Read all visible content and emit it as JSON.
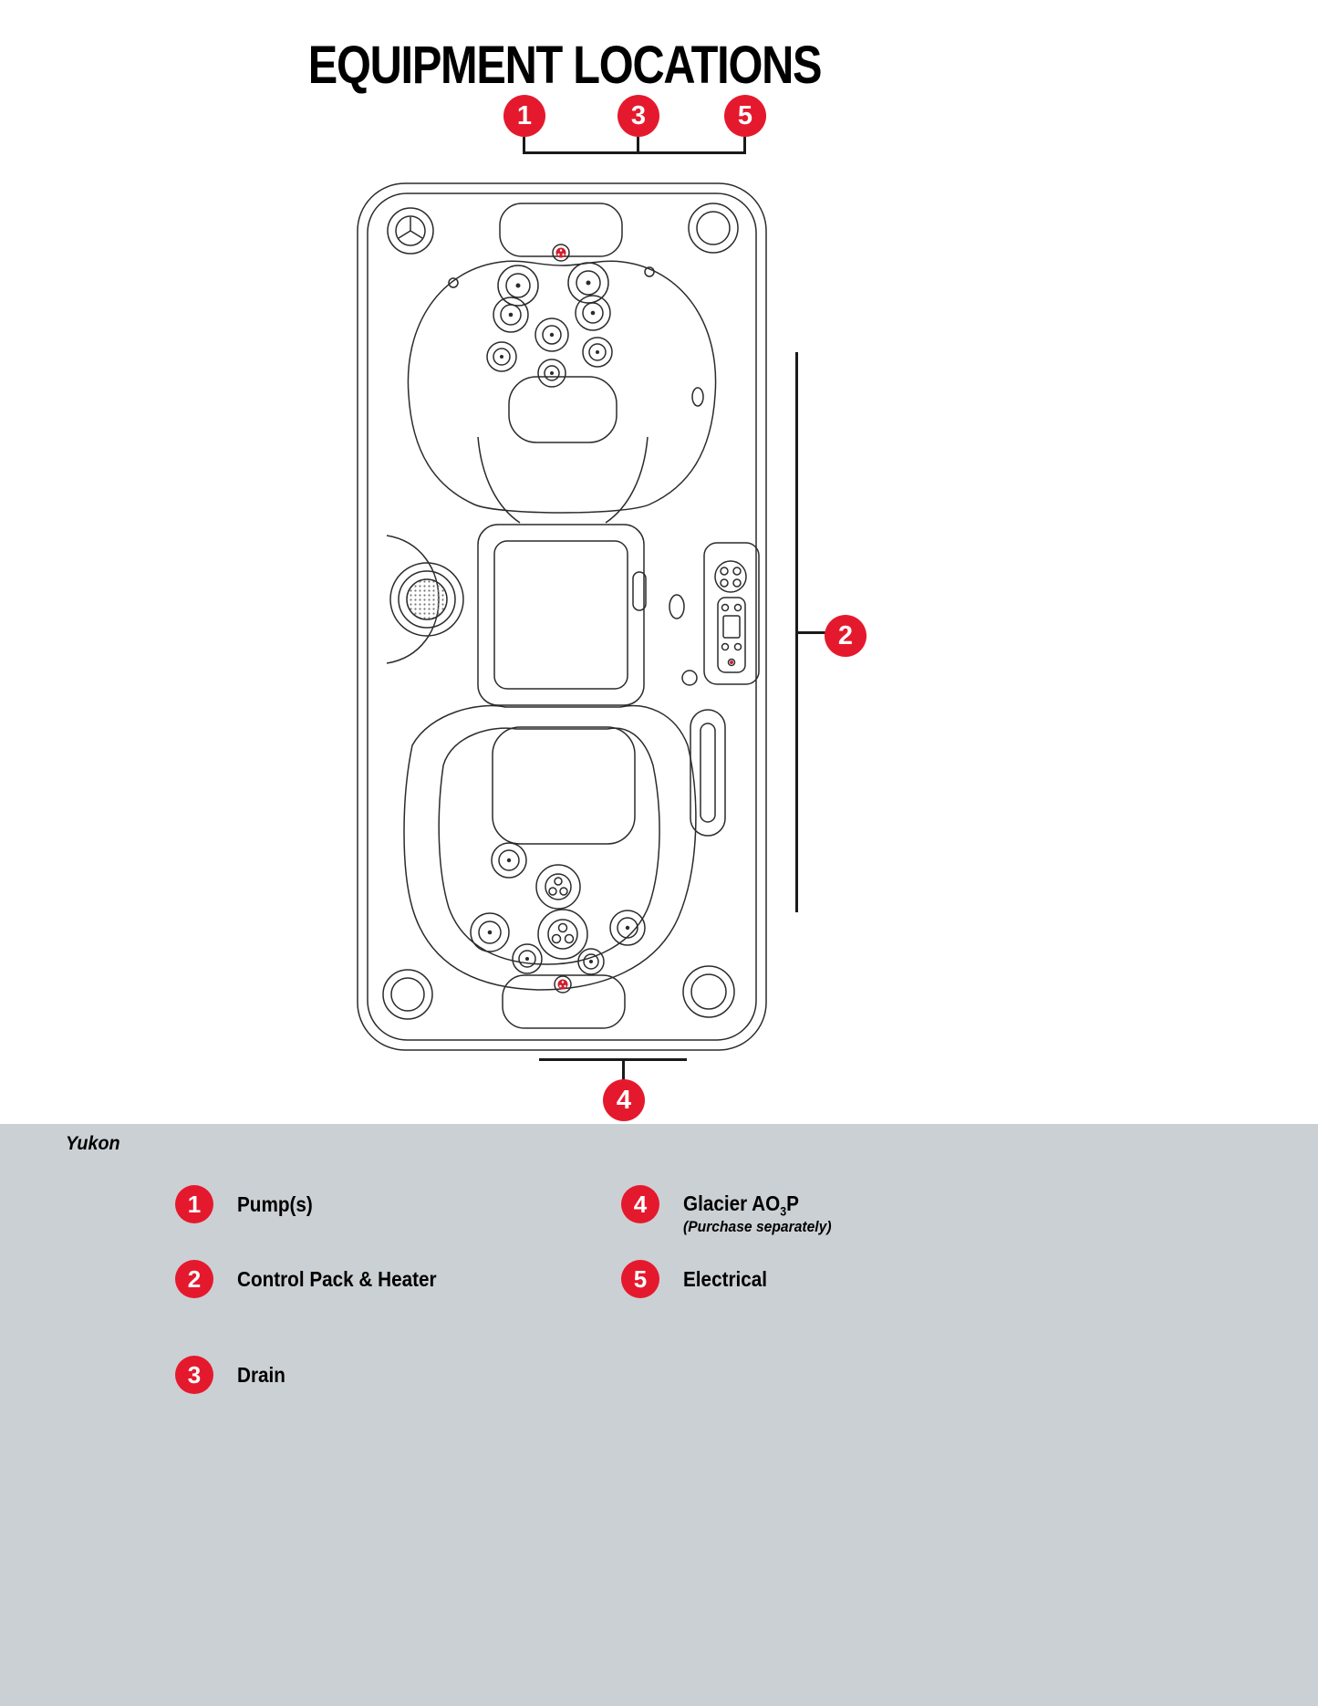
{
  "title": "EQUIPMENT LOCATIONS",
  "model_name": "Yukon",
  "colors": {
    "accent_red": "#e5192d",
    "panel_gray": "#cbd0d4",
    "line_black": "#1a1a1a"
  },
  "diagram": {
    "description": "hot-tub-top-view",
    "callouts": [
      {
        "num": "1",
        "position": "top-left"
      },
      {
        "num": "3",
        "position": "top-center"
      },
      {
        "num": "5",
        "position": "top-right"
      },
      {
        "num": "2",
        "position": "right"
      },
      {
        "num": "4",
        "position": "bottom"
      }
    ]
  },
  "legend": {
    "left": [
      {
        "num": "1",
        "label": "Pump(s)"
      },
      {
        "num": "2",
        "label": "Control Pack & Heater"
      },
      {
        "num": "3",
        "label": "Drain"
      }
    ],
    "right": [
      {
        "num": "4",
        "label_pre": "Glacier AO",
        "label_sub": "3",
        "label_post": "P",
        "note": "(Purchase separately)"
      },
      {
        "num": "5",
        "label": "Electrical"
      }
    ]
  }
}
